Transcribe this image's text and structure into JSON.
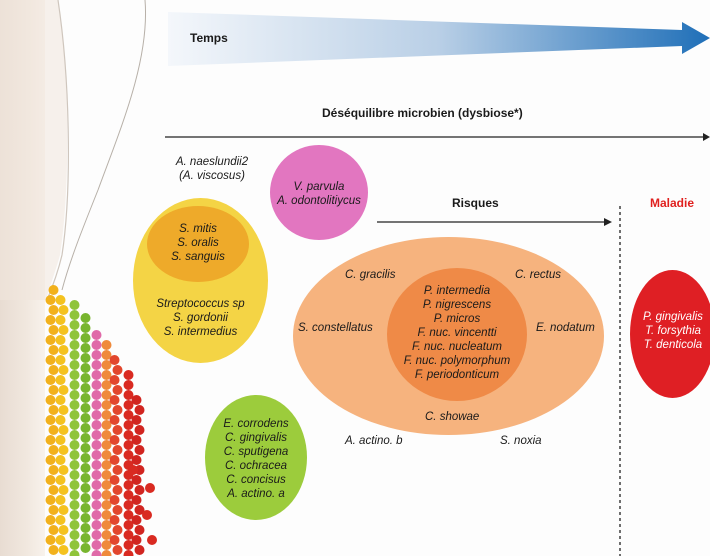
{
  "header": {
    "time_label": "Temps",
    "dysbiosis_label": "Déséquilibre microbien (dysbiose*)",
    "risks_label": "Risques",
    "disease_label": "Maladie"
  },
  "groups": {
    "top_left": [
      "A. naeslundii2",
      "(A. viscosus)"
    ],
    "purple": [
      "V. parvula",
      "A. odontolitiycus"
    ],
    "yellow_inner": [
      "S. mitis",
      "S. oralis",
      "S. sanguis"
    ],
    "yellow_outer": [
      "Streptococcus sp",
      "S. gordonii",
      "S. intermedius"
    ],
    "green": [
      "E. corrodens",
      "C. gingivalis",
      "C. sputigena",
      "C. ochracea",
      "C. concisus",
      "A. actino. a"
    ],
    "orange_inner": [
      "P. intermedia",
      "P. nigrescens",
      "P. micros",
      "F. nuc. vincentti",
      "F. nuc. nucleatum",
      "F. nuc. polymorphum",
      "F. periodonticum"
    ],
    "orange_outer": {
      "top_left": "C. gracilis",
      "top_right": "C. rectus",
      "left": "S. constellatus",
      "right": "E. nodatum",
      "bottom": "C. showae"
    },
    "below_orange": {
      "left": "A. actino. b",
      "right": "S. noxia"
    },
    "red": [
      "P. gingivalis",
      "T. forsythia",
      "T. denticola"
    ]
  },
  "colors": {
    "time_arrow_start": "#eef3fa",
    "time_arrow_end": "#1f6fb8",
    "yellow_outer": "#f4d445",
    "yellow_inner": "#eeaa2a",
    "purple": "#e276c0",
    "green": "#9ccc3c",
    "orange_outer": "#f6b37e",
    "orange_inner": "#ef8a47",
    "red": "#df1f24",
    "disease_text": "#e0201e"
  }
}
